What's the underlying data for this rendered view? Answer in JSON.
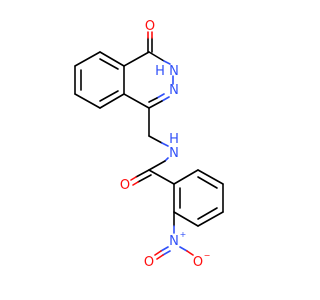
{
  "colors": {
    "bond": "#000000",
    "oxygen": "#ff0d0d",
    "nitrogen": "#3050f8",
    "background": "#ffffff"
  },
  "atoms": {
    "carbonyl_top_O": "O",
    "ring_NH_label": "H",
    "ring_NH_N": "N",
    "ring_N": "N",
    "amide_N": "N",
    "amide_H": "H",
    "amide_O": "O",
    "nitro_N": "N",
    "nitro_N_charge": "+",
    "nitro_O_left": "O",
    "nitro_O_right": "O",
    "nitro_O_charge": "−"
  }
}
